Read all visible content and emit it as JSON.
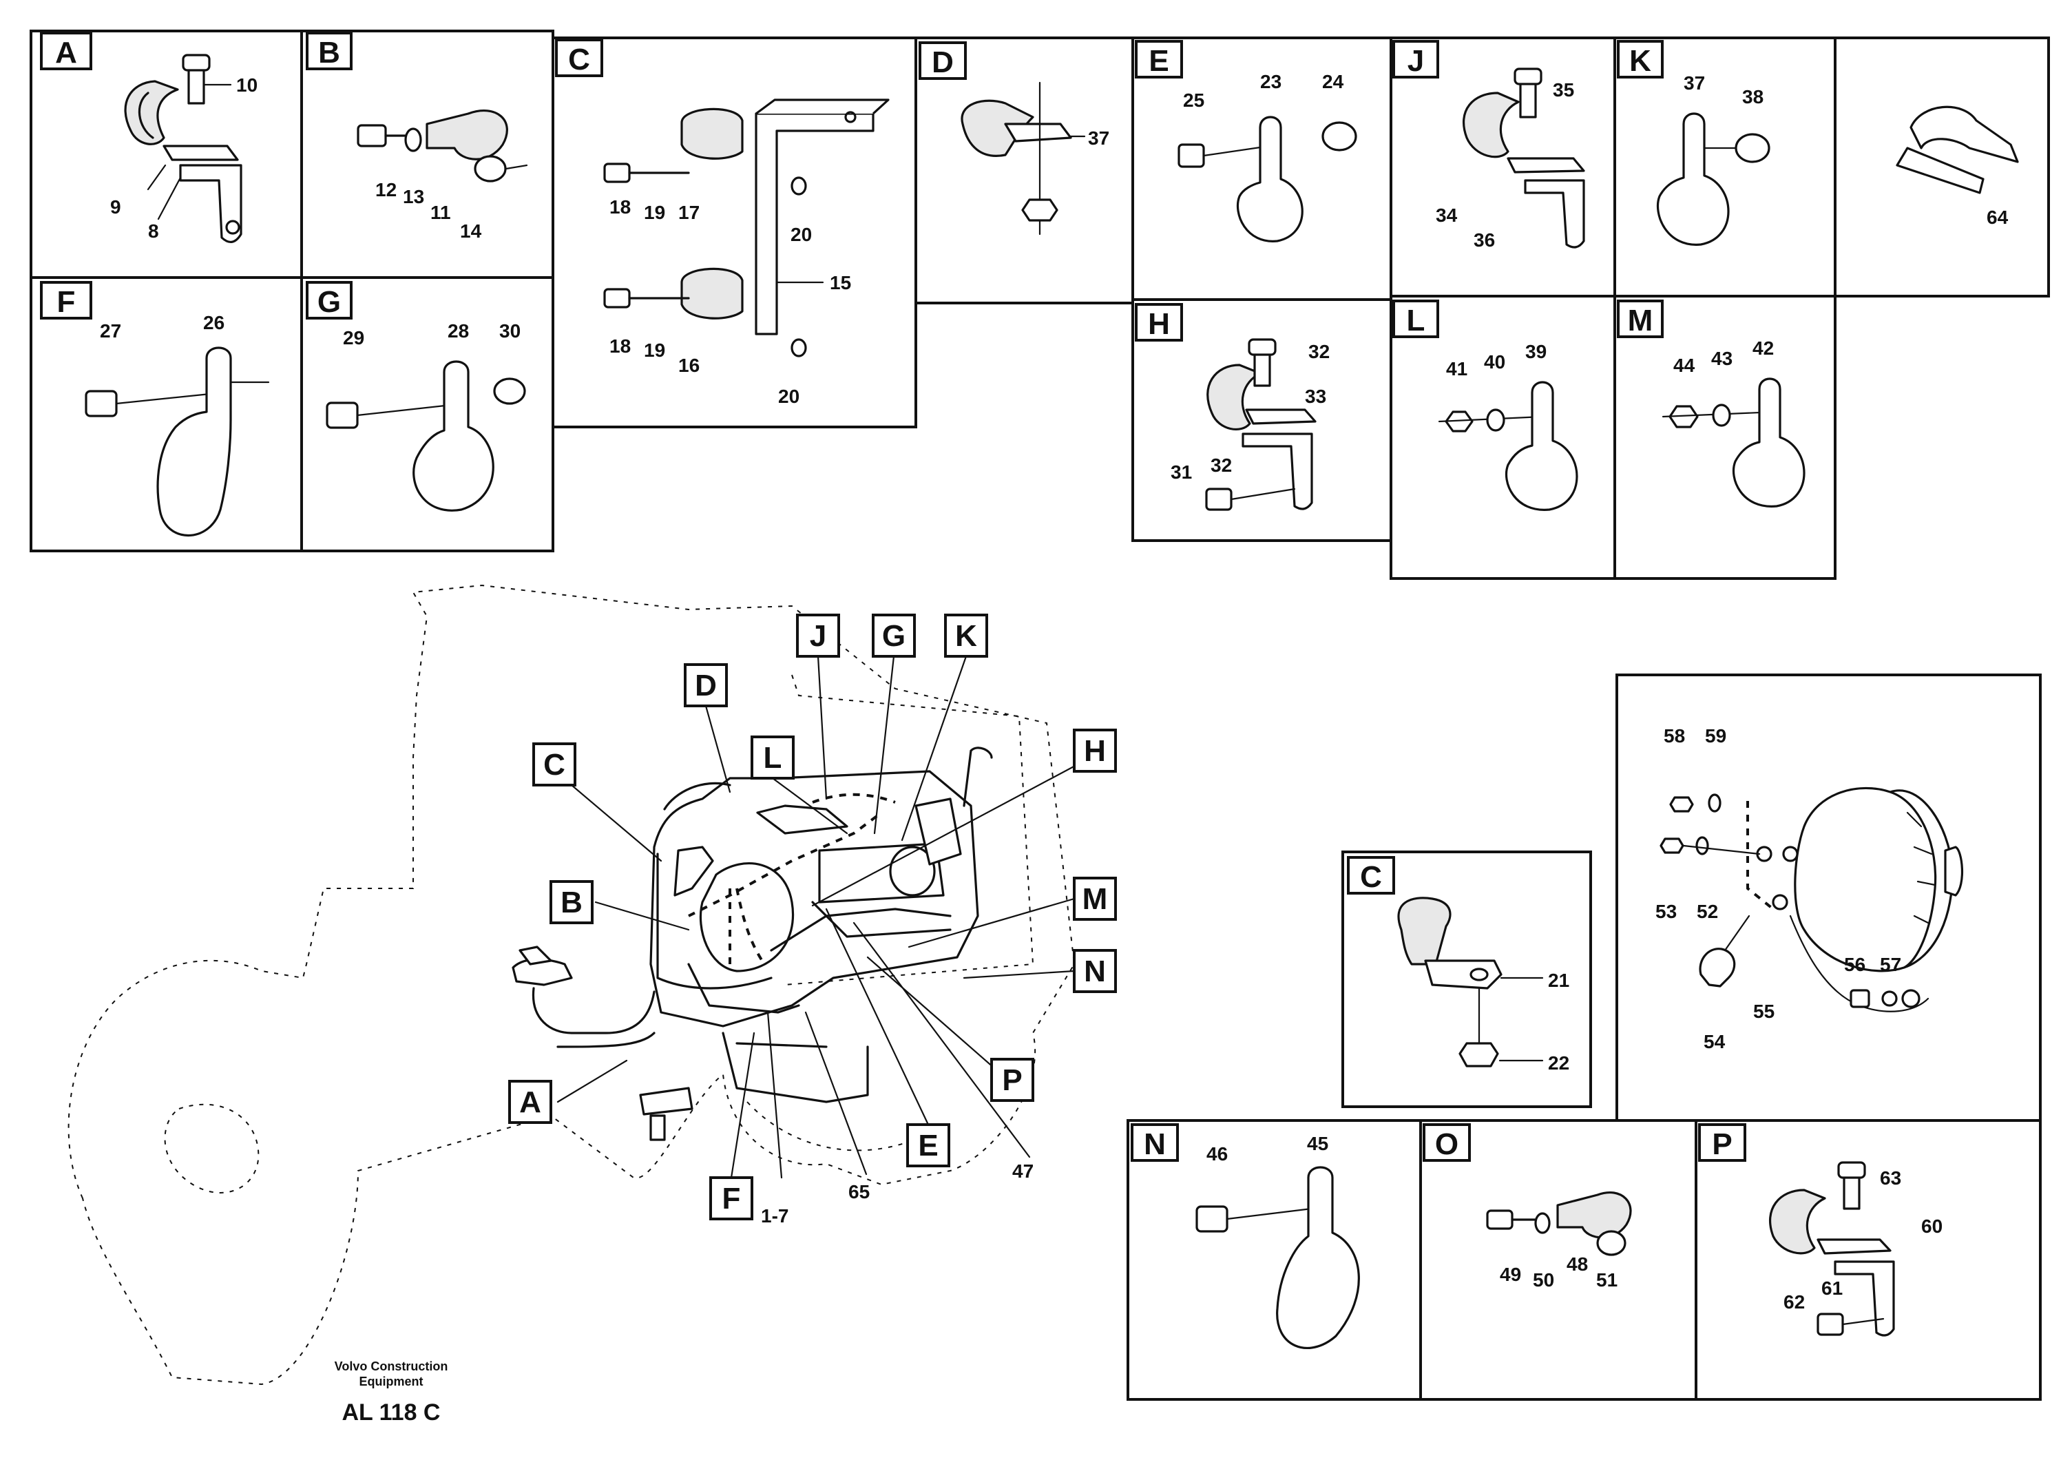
{
  "panels": [
    {
      "letter": "A",
      "parts": [
        "10",
        "9",
        "8"
      ]
    },
    {
      "letter": "B",
      "parts": [
        "12",
        "13",
        "11",
        "14"
      ]
    },
    {
      "letter": "C",
      "parts": [
        "18",
        "19",
        "17",
        "20",
        "15",
        "18",
        "19",
        "16",
        "20"
      ]
    },
    {
      "letter": "D",
      "parts": [
        "37"
      ]
    },
    {
      "letter": "E",
      "parts": [
        "25",
        "23",
        "24"
      ]
    },
    {
      "letter": "J",
      "parts": [
        "35",
        "34",
        "36"
      ]
    },
    {
      "letter": "K",
      "parts": [
        "37",
        "38"
      ]
    },
    {
      "letter": "",
      "parts": [
        "64"
      ]
    },
    {
      "letter": "F",
      "parts": [
        "27",
        "26"
      ]
    },
    {
      "letter": "G",
      "parts": [
        "29",
        "28",
        "30"
      ]
    },
    {
      "letter": "H",
      "parts": [
        "32",
        "33",
        "31",
        "32"
      ]
    },
    {
      "letter": "L",
      "parts": [
        "41",
        "40",
        "39"
      ]
    },
    {
      "letter": "M",
      "parts": [
        "44",
        "43",
        "42"
      ]
    },
    {
      "letter": "C",
      "parts": [
        "21",
        "22"
      ]
    },
    {
      "letter": "",
      "parts": [
        "58",
        "59",
        "53",
        "52",
        "54",
        "55",
        "56",
        "57"
      ]
    },
    {
      "letter": "N",
      "parts": [
        "46",
        "45"
      ]
    },
    {
      "letter": "O",
      "parts": [
        "49",
        "50",
        "48",
        "51"
      ]
    },
    {
      "letter": "P",
      "parts": [
        "63",
        "60",
        "62",
        "61"
      ]
    }
  ],
  "callouts": [
    "J",
    "G",
    "K",
    "D",
    "C",
    "L",
    "H",
    "B",
    "M",
    "N",
    "A",
    "P",
    "E",
    "F"
  ],
  "callout_numbers": [
    "65",
    "1-7",
    "47"
  ],
  "brand": {
    "line1": "Volvo Construction",
    "line2": "Equipment"
  },
  "drawing_code": "AL 118 C"
}
